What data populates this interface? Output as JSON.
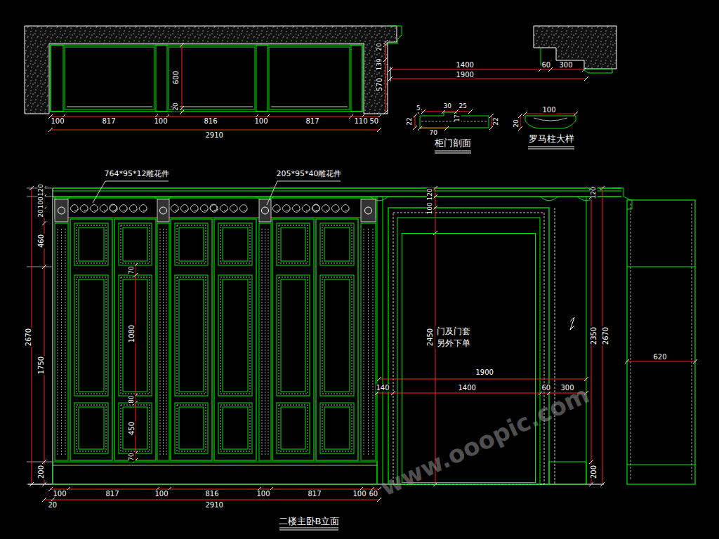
{
  "diagram": {
    "title": "二楼主卧B立面",
    "nodes": [
      {
        "text": [
          "门及门套 另外下单"
        ]
      }
    ],
    "labels": [
      "20",
      "139",
      "570",
      "600",
      "20",
      "100",
      "817",
      "100",
      "816",
      "100",
      "817",
      "110",
      "50",
      "2910",
      "1400",
      "1900",
      "60",
      "300",
      "5",
      "30",
      "25",
      "17",
      "22",
      "22",
      "70",
      "柜门剖面",
      "100",
      "20",
      "罗马柱大样",
      "764*95*12雕花件",
      "205*95*40雕花件",
      "120",
      "100",
      "20",
      "460",
      "2670",
      "1750",
      "200",
      "70",
      "1080",
      "80",
      "450",
      "70",
      "100",
      "817",
      "100",
      "816",
      "100",
      "817",
      "100",
      "60",
      "20",
      "2910",
      "120",
      "100",
      "2450",
      "1900",
      "140",
      "1400",
      "60",
      "300",
      "120",
      "2350",
      "2670",
      "200",
      "620",
      "www.ooopic.com"
    ]
  }
}
